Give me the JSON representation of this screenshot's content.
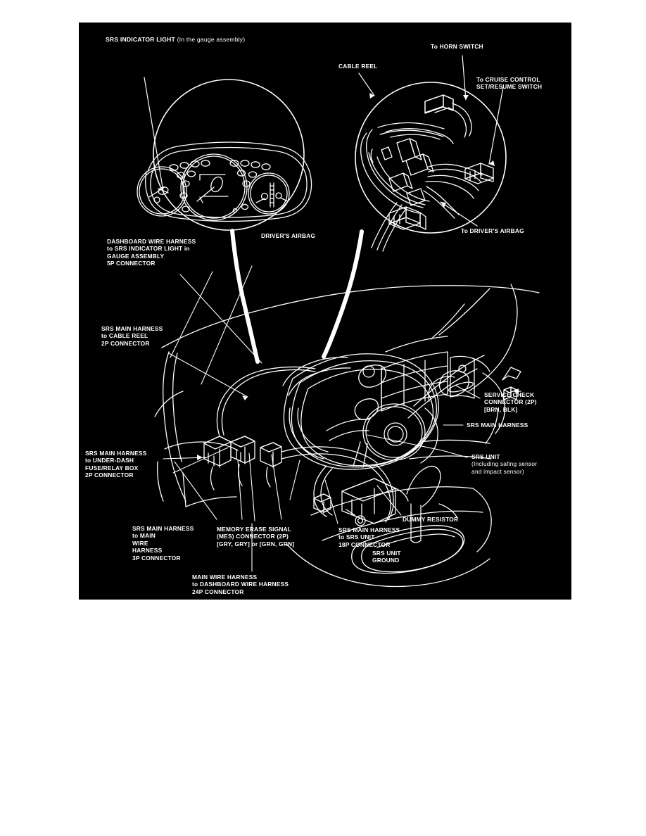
{
  "diagram": {
    "type": "technical-illustration",
    "subject": "SRS (Supplemental Restraint System) component location diagram",
    "background_color": "#000000",
    "line_color": "#ffffff",
    "page_background": "#ffffff"
  },
  "labels": {
    "title": "SRS INDICATOR LIGHT",
    "title_suffix": "(In the gauge assembly)",
    "cable_reel": "CABLE REEL",
    "to_horn_switch": "To HORN SWITCH",
    "to_cruise_control": "To CRUISE CONTROL\nSET/RESUME SWITCH",
    "to_drivers_airbag": "To DRIVER'S AIRBAG",
    "drivers_airbag": "DRIVER'S AIRBAG",
    "dashboard_5p": "DASHBOARD WIRE HARNESS\nto SRS INDICATOR LIGHT in\nGAUGE ASSEMBLY\n5P CONNECTOR",
    "cable_reel_2p": "SRS MAIN HARNESS\nto CABLE REEL\n2P CONNECTOR",
    "under_dash_2p": "SRS MAIN HARNESS\nto UNDER-DASH\nFUSE/RELAY BOX\n2P CONNECTOR",
    "main_wire_3p": "SRS MAIN HARNESS\nto MAIN\nWIRE\nHARNESS\n3P CONNECTOR",
    "mes_connector": "MEMORY ERASE SIGNAL\n(MES) CONNECTOR (2P)\n[GRY, GRY] or [GRN, GRN]",
    "dashboard_24p": "MAIN WIRE HARNESS\nto DASHBOARD WIRE HARNESS\n24P CONNECTOR",
    "srs_unit_18p": "SRS MAIN HARNESS\nto SRS UNIT\n18P CONNECTOR",
    "srs_unit_ground": "SRS UNIT\nGROUND",
    "dummy_resistor": "DUMMY RESISTOR",
    "service_check": "SERVICE CHECK\nCONNECTOR (2P)\n[BRN, BLK]",
    "srs_main_harness": "SRS MAIN HARNESS",
    "srs_unit": "SRS UNIT",
    "srs_unit_note": "(Including safing sensor\nand impact sensor)"
  }
}
